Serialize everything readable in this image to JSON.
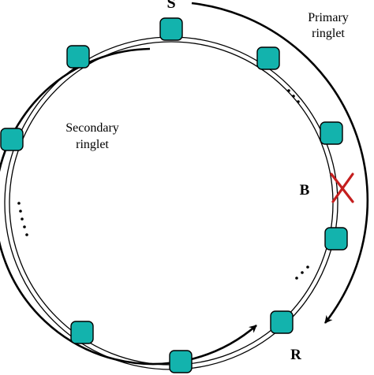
{
  "diagram": {
    "labels": {
      "source_node": "S",
      "break_point": "B",
      "receiver_node": "R",
      "primary_line1": "Primary",
      "primary_line2": "ringlet",
      "secondary_line1": "Secondary",
      "secondary_line2": "ringlet"
    },
    "nodes": [
      {
        "name": "node-s"
      },
      {
        "name": "node-upper-right"
      },
      {
        "name": "node-right-upper"
      },
      {
        "name": "node-right-lower"
      },
      {
        "name": "node-lower-right-r"
      },
      {
        "name": "node-bottom"
      },
      {
        "name": "node-lower-left"
      },
      {
        "name": "node-upper-left-top"
      },
      {
        "name": "node-left"
      }
    ],
    "colors": {
      "node_fill": "#13b3ad",
      "break_mark": "#c41e1e",
      "ring_stroke": "#000000"
    }
  }
}
